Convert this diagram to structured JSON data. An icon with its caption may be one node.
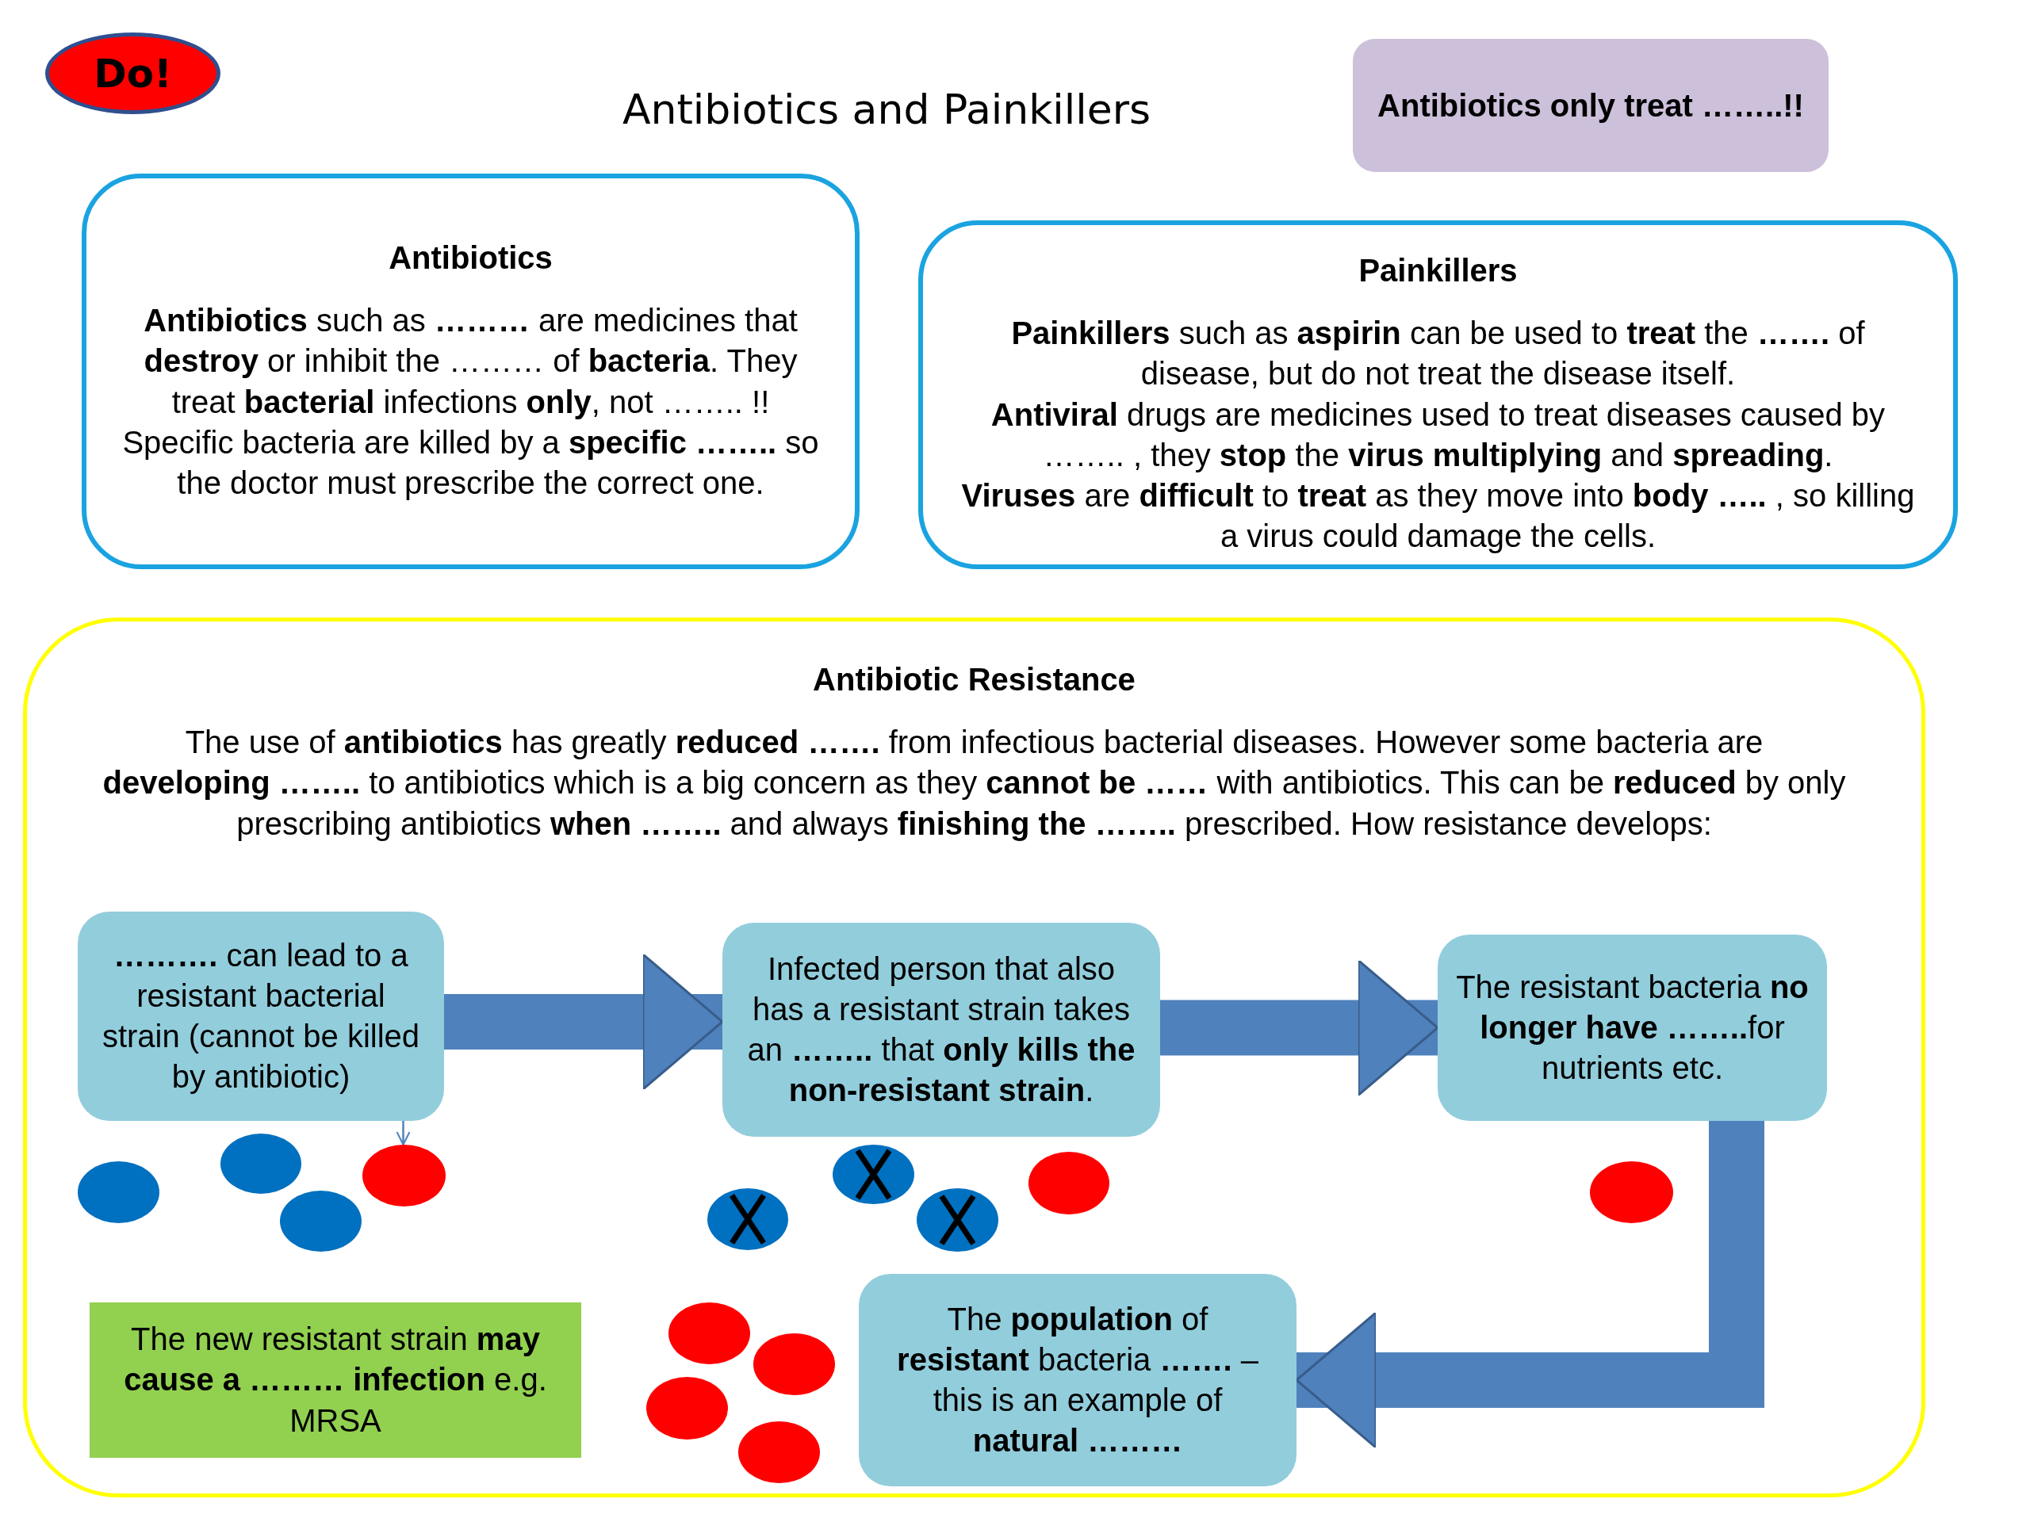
{
  "diagram": {
    "title": "Antibiotics and Painkillers",
    "nodes": [
      {
        "text": [
          "Do!"
        ]
      },
      {
        "text": [
          "Antibiotics only treat ……..!!"
        ]
      },
      {
        "text": [
          "Antibiotics",
          "**Antibiotics** such as **………** are medicines that **destroy** or inhibit the ……… of **bacteria**. They treat **bacterial** infections **only**, not …….. !! Specific bacteria are killed by a **specific ……..** so the doctor must prescribe the correct one."
        ]
      },
      {
        "text": [
          "Painkillers",
          "**Painkillers** such as **aspirin** can be used to **treat** the **…….** of disease, but do not treat the disease itself.",
          "**Antiviral** drugs are medicines used to treat diseases caused by …….. , they **stop** the **virus multiplying** and **spreading**.",
          "**Viruses** are **difficult** to **treat** as they move into **body …..** , so killing a virus could damage the cells."
        ]
      },
      {
        "text": [
          "Antibiotic Resistance",
          "The use of **antibiotics** has greatly **reduced …….** from infectious bacterial diseases. However some bacteria are **developing ……..** to antibiotics which is a big concern as they **cannot be ……** with antibiotics. This can be **reduced** by only prescribing antibiotics **when ……..** and always **finishing the ……..** prescribed. How resistance develops:"
        ]
      },
      {
        "text": [
          "**……….** can lead to a resistant bacterial strain (cannot be killed by antibiotic)"
        ],
        "in": 4
      },
      {
        "text": [
          "Infected person that also has a resistant strain takes an **……..** that **only kills the non-resistant strain**."
        ],
        "in": 4
      },
      {
        "text": [
          "The resistant bacteria **no longer have ……..**for nutrients etc."
        ],
        "in": 4
      },
      {
        "text": [
          "The **population** of **resistant** bacteria **…….** – this is an example of **natural ………**"
        ],
        "in": 4
      },
      {
        "text": [
          "The new resistant strain **may cause a ……… infection** e.g. MRSA"
        ],
        "in": 4
      },
      {
        "text": [],
        "shape": "circle",
        "in": 4
      }
    ],
    "edges": [
      {
        "from": 5,
        "to": 6,
        "arrow": "to"
      },
      {
        "from": 6,
        "to": 7,
        "arrow": "to"
      },
      {
        "from": 7,
        "to": 8,
        "arrow": "to"
      },
      {
        "from": 5,
        "to": 10,
        "arrow": "to"
      }
    ]
  }
}
